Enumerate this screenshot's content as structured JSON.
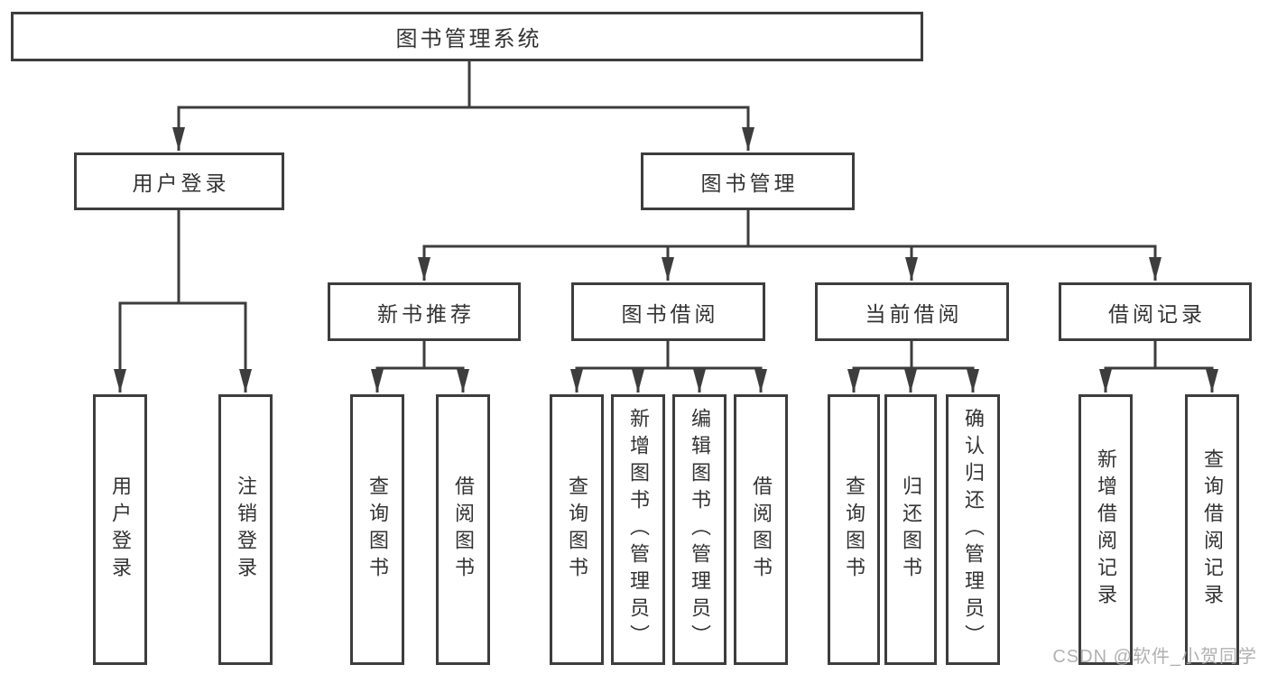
{
  "diagram": {
    "root": {
      "label": "图书管理系统"
    },
    "children": [
      {
        "label": "用户登录",
        "children": [
          {
            "label": "用户登录"
          },
          {
            "label": "注销登录"
          }
        ]
      },
      {
        "label": "图书管理",
        "children": [
          {
            "label": "新书推荐",
            "children": [
              {
                "label": "查询图书"
              },
              {
                "label": "借阅图书"
              }
            ]
          },
          {
            "label": "图书借阅",
            "children": [
              {
                "label": "查询图书"
              },
              {
                "label": "新增图书（管理员）"
              },
              {
                "label": "编辑图书（管理员）"
              },
              {
                "label": "借阅图书"
              }
            ]
          },
          {
            "label": "当前借阅",
            "children": [
              {
                "label": "查询图书"
              },
              {
                "label": "归还图书"
              },
              {
                "label": "确认归还（管理员）"
              }
            ]
          },
          {
            "label": "借阅记录",
            "children": [
              {
                "label": "新增借阅记录"
              },
              {
                "label": "查询借阅记录"
              }
            ]
          }
        ]
      }
    ]
  },
  "colors": {
    "line": "#3d3d3d",
    "text": "#333333",
    "box_background": "#ffffff",
    "watermark": "#a8a8a8"
  },
  "watermark": "CSDN @软件_小贺同学"
}
